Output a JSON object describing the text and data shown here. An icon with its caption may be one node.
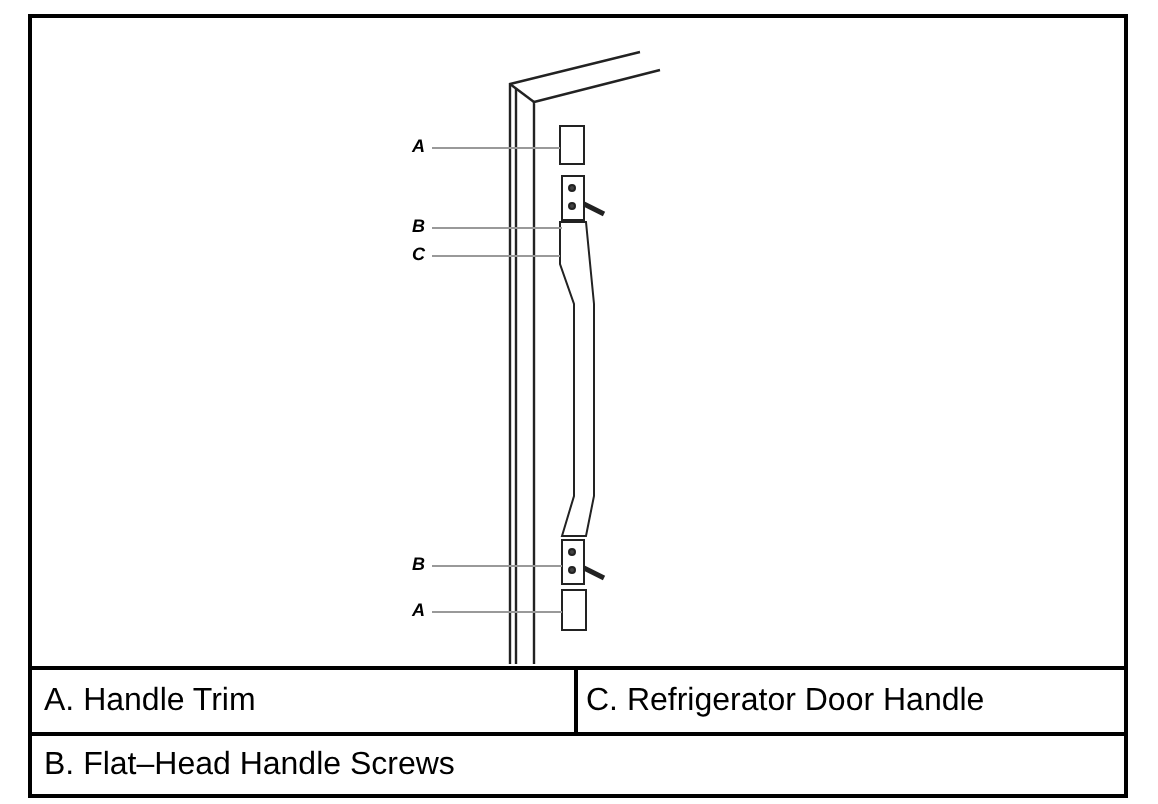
{
  "diagram": {
    "nodes": [
      {
        "text": [
          "A"
        ]
      },
      {
        "text": [
          "B"
        ]
      },
      {
        "text": [
          "C"
        ]
      },
      {
        "text": [
          "B"
        ]
      },
      {
        "text": [
          "A"
        ]
      },
      {
        "text": [],
        "shape": "box"
      },
      {
        "text": [],
        "shape": "picture"
      },
      {
        "text": [],
        "shape": "bar"
      },
      {
        "text": [],
        "shape": "picture"
      },
      {
        "text": [],
        "shape": "box"
      }
    ],
    "edges": [
      {
        "from": 0,
        "to": 5,
        "arrow": "none"
      },
      {
        "from": 1,
        "to": 6,
        "arrow": "none"
      },
      {
        "from": 2,
        "to": 7,
        "arrow": "none"
      },
      {
        "from": 3,
        "to": 8,
        "arrow": "none"
      },
      {
        "from": 4,
        "to": 9,
        "arrow": "none"
      }
    ],
    "labels": [
      "A. Handle Trim",
      "C. Refrigerator Door Handle",
      "B. Flat–Head Handle Screws"
    ]
  }
}
